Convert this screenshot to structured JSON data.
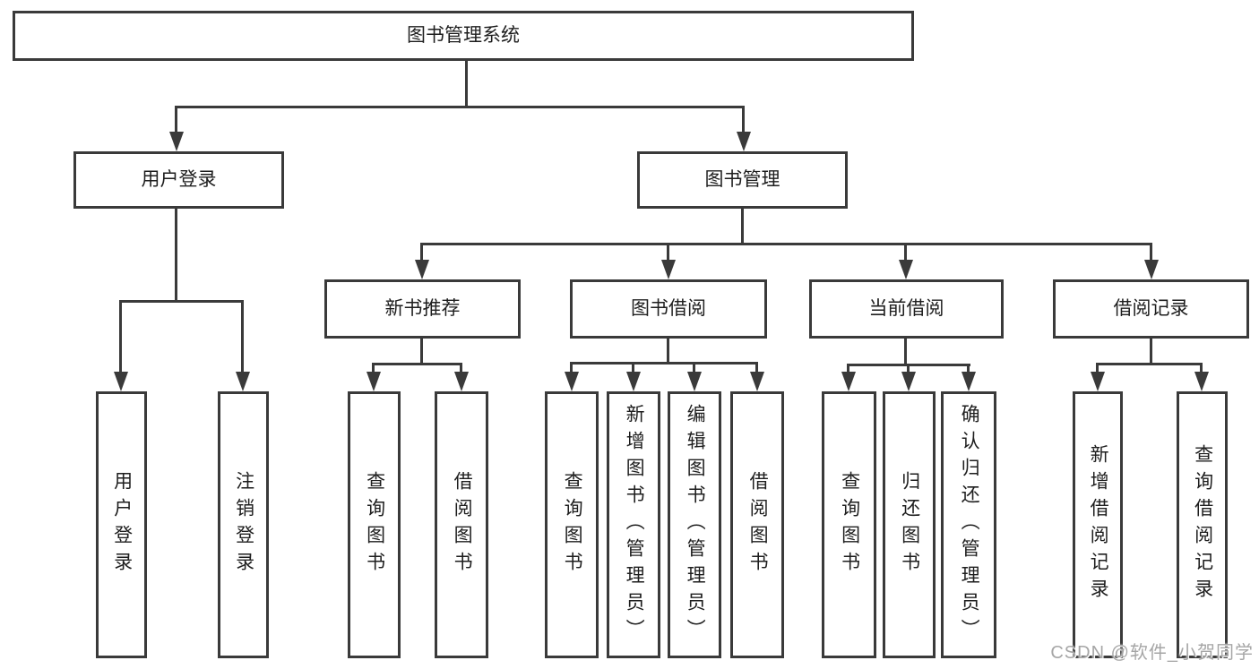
{
  "diagram": {
    "type": "functional-structure-tree",
    "root": {
      "label": "图书管理系统"
    },
    "branches": [
      {
        "label": "用户登录",
        "children": [
          {
            "label": "用户登录"
          },
          {
            "label": "注销登录"
          }
        ]
      },
      {
        "label": "图书管理",
        "children": [
          {
            "label": "新书推荐",
            "children": [
              {
                "label": "查询图书"
              },
              {
                "label": "借阅图书"
              }
            ]
          },
          {
            "label": "图书借阅",
            "children": [
              {
                "label": "查询图书"
              },
              {
                "label": "新增图书（管理员）"
              },
              {
                "label": "编辑图书（管理员）"
              },
              {
                "label": "借阅图书"
              }
            ]
          },
          {
            "label": "当前借阅",
            "children": [
              {
                "label": "查询图书"
              },
              {
                "label": "归还图书"
              },
              {
                "label": "确认归还（管理员）"
              }
            ]
          },
          {
            "label": "借阅记录",
            "children": [
              {
                "label": "新增借阅记录"
              },
              {
                "label": "查询借阅记录"
              }
            ]
          }
        ]
      }
    ],
    "watermark": "CSDN @软件_小贺同学",
    "colors": {
      "line": "#3a3a3a",
      "text": "#1e1e1e",
      "background": "#ffffff",
      "watermark": "#a6a6a6"
    }
  }
}
